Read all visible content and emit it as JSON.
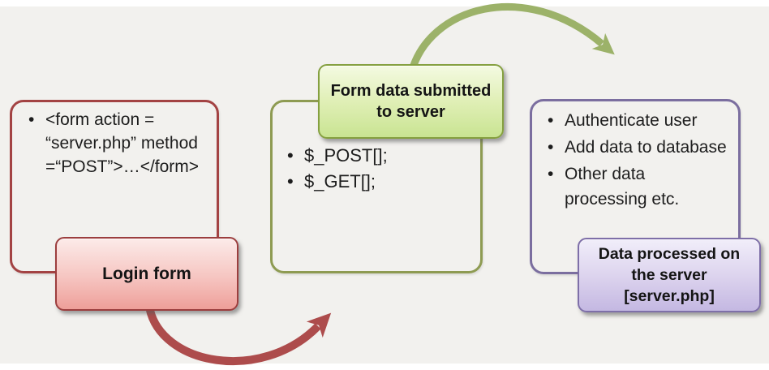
{
  "background": {
    "page_bg": "#ffffff",
    "canvas_bg": "#f2f1ee"
  },
  "panels": {
    "form": {
      "outline_color": "#a34343",
      "bullets": [
        "<form action = “server.php” method =“POST”>…</form>"
      ],
      "label": "Login form",
      "label_border_color": "#9c3e3e",
      "label_gradient_top": "#fcebe9",
      "label_gradient_bottom": "#ee9f99"
    },
    "submit": {
      "outline_color": "#8e9b52",
      "bullets": [
        "$_POST[];",
        "$_GET[];"
      ],
      "label": "Form data submitted to server",
      "label_border_color": "#85a040",
      "label_gradient_top": "#f4fae2",
      "label_gradient_bottom": "#c9e492"
    },
    "process": {
      "outline_color": "#7b6e9f",
      "bullets": [
        "Authenticate user",
        "Add data to database",
        "Other data processing etc."
      ],
      "label": "Data processed on the server [server.php]",
      "label_border_color": "#7e6fa8",
      "label_gradient_top": "#f1eefa",
      "label_gradient_bottom": "#c4b8e2"
    }
  },
  "arrows": {
    "submit_to_process": {
      "color": "#9cb269",
      "direction": "left-to-right over the top"
    },
    "form_to_submit": {
      "color": "#ad4c4c",
      "direction": "left-to-right under the bottom"
    }
  },
  "bullet_glyph": "•"
}
